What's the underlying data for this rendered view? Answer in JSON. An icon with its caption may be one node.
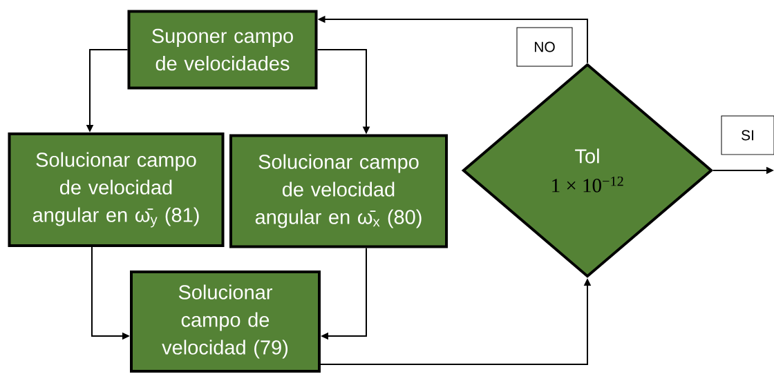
{
  "diagram": {
    "nodes": [
      {
        "text": [
          "Suponer campo de velocidades"
        ]
      },
      {
        "text": [
          "Solucionar campo de velocidad angular en ω̄$_{y}$ (81)"
        ]
      },
      {
        "text": [
          "Solucionar campo de velocidad angular en ω̄$_{x}$ (80)"
        ]
      },
      {
        "text": [
          "Solucionar campo de velocidad (79)"
        ]
      },
      {
        "text": [
          "Tol",
          "1 × 10$^{−12}$"
        ]
      }
    ],
    "edges": [
      {
        "from": 0,
        "to": 1,
        "arrow": "to"
      },
      {
        "from": 0,
        "to": 2,
        "arrow": "to"
      },
      {
        "from": 1,
        "to": 3,
        "arrow": "to"
      },
      {
        "from": 2,
        "to": 3,
        "arrow": "to"
      },
      {
        "from": 3,
        "to": 4,
        "arrow": "to"
      },
      {
        "from": 4,
        "to": 0,
        "arrow": "to",
        "label": "NO"
      },
      {
        "from": 4,
        "to": null,
        "arrow": "to",
        "label": "SI"
      }
    ]
  }
}
